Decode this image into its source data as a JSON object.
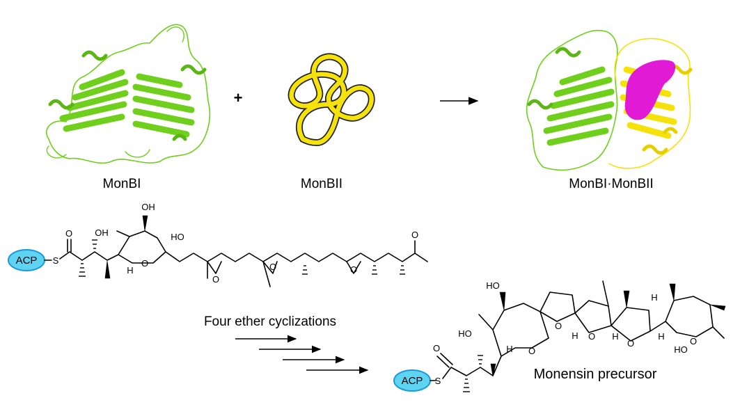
{
  "labels": {
    "monbi": "MonBI",
    "monbii": "MonBII",
    "complex": "MonBI·MonBII",
    "plus": "+",
    "cyclizations": "Four ether cyclizations",
    "product": "Monensin precursor"
  },
  "atoms": {
    "acp": "ACP",
    "s": "S",
    "o": "O",
    "oh": "OH",
    "ho": "HO",
    "h": "H"
  },
  "colors": {
    "monbi": "#6fcf1c",
    "monbii": "#f5e20a",
    "ligand": "#e11ad6",
    "acp_fill": "#5fd3f2",
    "acp_stroke": "#1a9ad6"
  },
  "icons": {
    "reaction_arrow": "right-arrow",
    "multi_step_arrows": "right-arrows-stack"
  }
}
